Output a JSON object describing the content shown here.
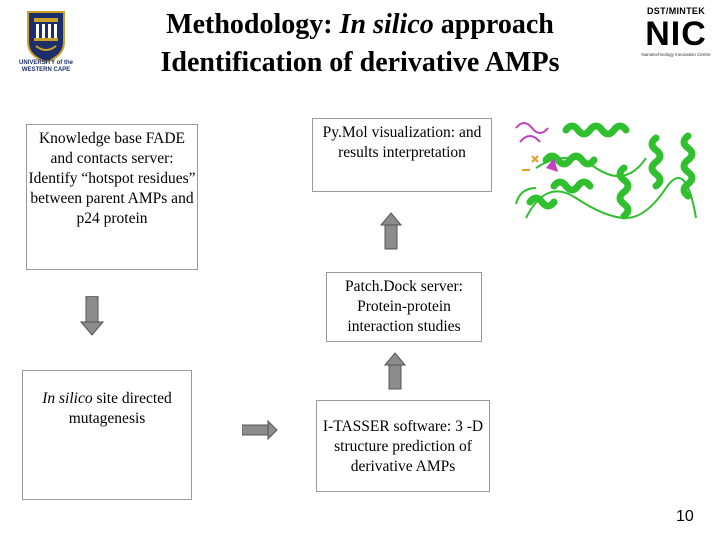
{
  "title": {
    "line1_prefix": "Methodology: ",
    "line1_italic": "In silico",
    "line1_suffix": " approach",
    "line2": "Identification of derivative AMPs"
  },
  "logos": {
    "left_text_1": "UNIVERSITY of the",
    "left_text_2": "WESTERN CAPE",
    "right_top": "DST/MINTEK",
    "right_main": "NIC",
    "right_bottom": "Nanotechnology Innovation Centre"
  },
  "boxes": {
    "knowledge": "Knowledge base FADE and contacts server: Identify “hotspot residues” between parent AMPs and p24 protein",
    "mutagenesis_italic": "In silico",
    "mutagenesis_rest": " site directed mutagenesis",
    "itasser": "I-TASSER software: 3 -D structure prediction of derivative AMPs",
    "patchdock": "Patch.Dock server: Protein-protein interaction studies",
    "pymol": "Py.Mol visualization: and results interpretation"
  },
  "page_number": "10",
  "colors": {
    "arrow_fill": "#8c8c8c",
    "box_border": "#9a9a9a",
    "protein_green": "#2fbf2f",
    "ligand_magenta": "#c040c0"
  }
}
